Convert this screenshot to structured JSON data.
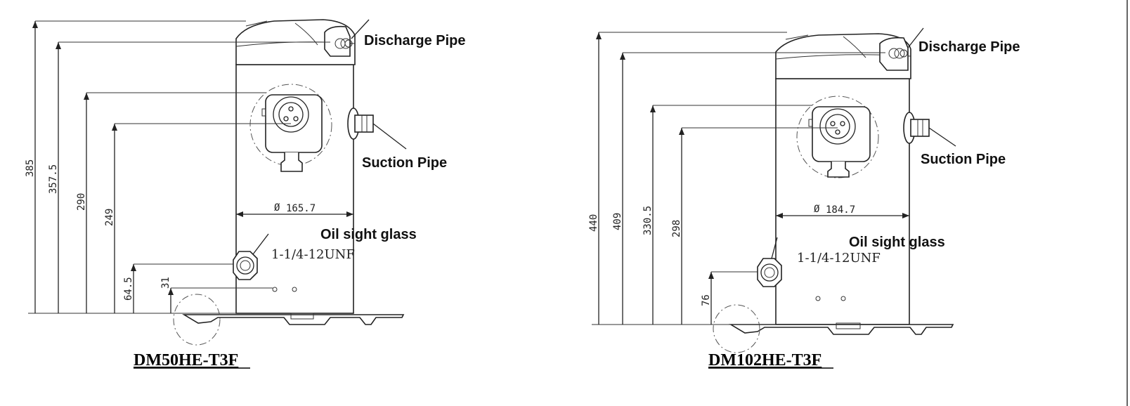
{
  "diagrams": [
    {
      "model": "DM50HE-T3F",
      "labels": {
        "discharge": "Discharge Pipe",
        "suction": "Suction Pipe",
        "oil": "Oil sight glass",
        "thread": "1-1/4-12UNF"
      },
      "diameter": "165.7",
      "heights": [
        "385",
        "357.5",
        "290",
        "249",
        "64.5",
        "31"
      ]
    },
    {
      "model": "DM102HE-T3F",
      "labels": {
        "discharge": "Discharge Pipe",
        "suction": "Suction Pipe",
        "oil": "Oil sight glass",
        "thread": "1-1/4-12UNF"
      },
      "diameter": "184.7",
      "heights": [
        "440",
        "409",
        "330.5",
        "298",
        "76"
      ]
    }
  ],
  "diameter_symbol": "Ø"
}
